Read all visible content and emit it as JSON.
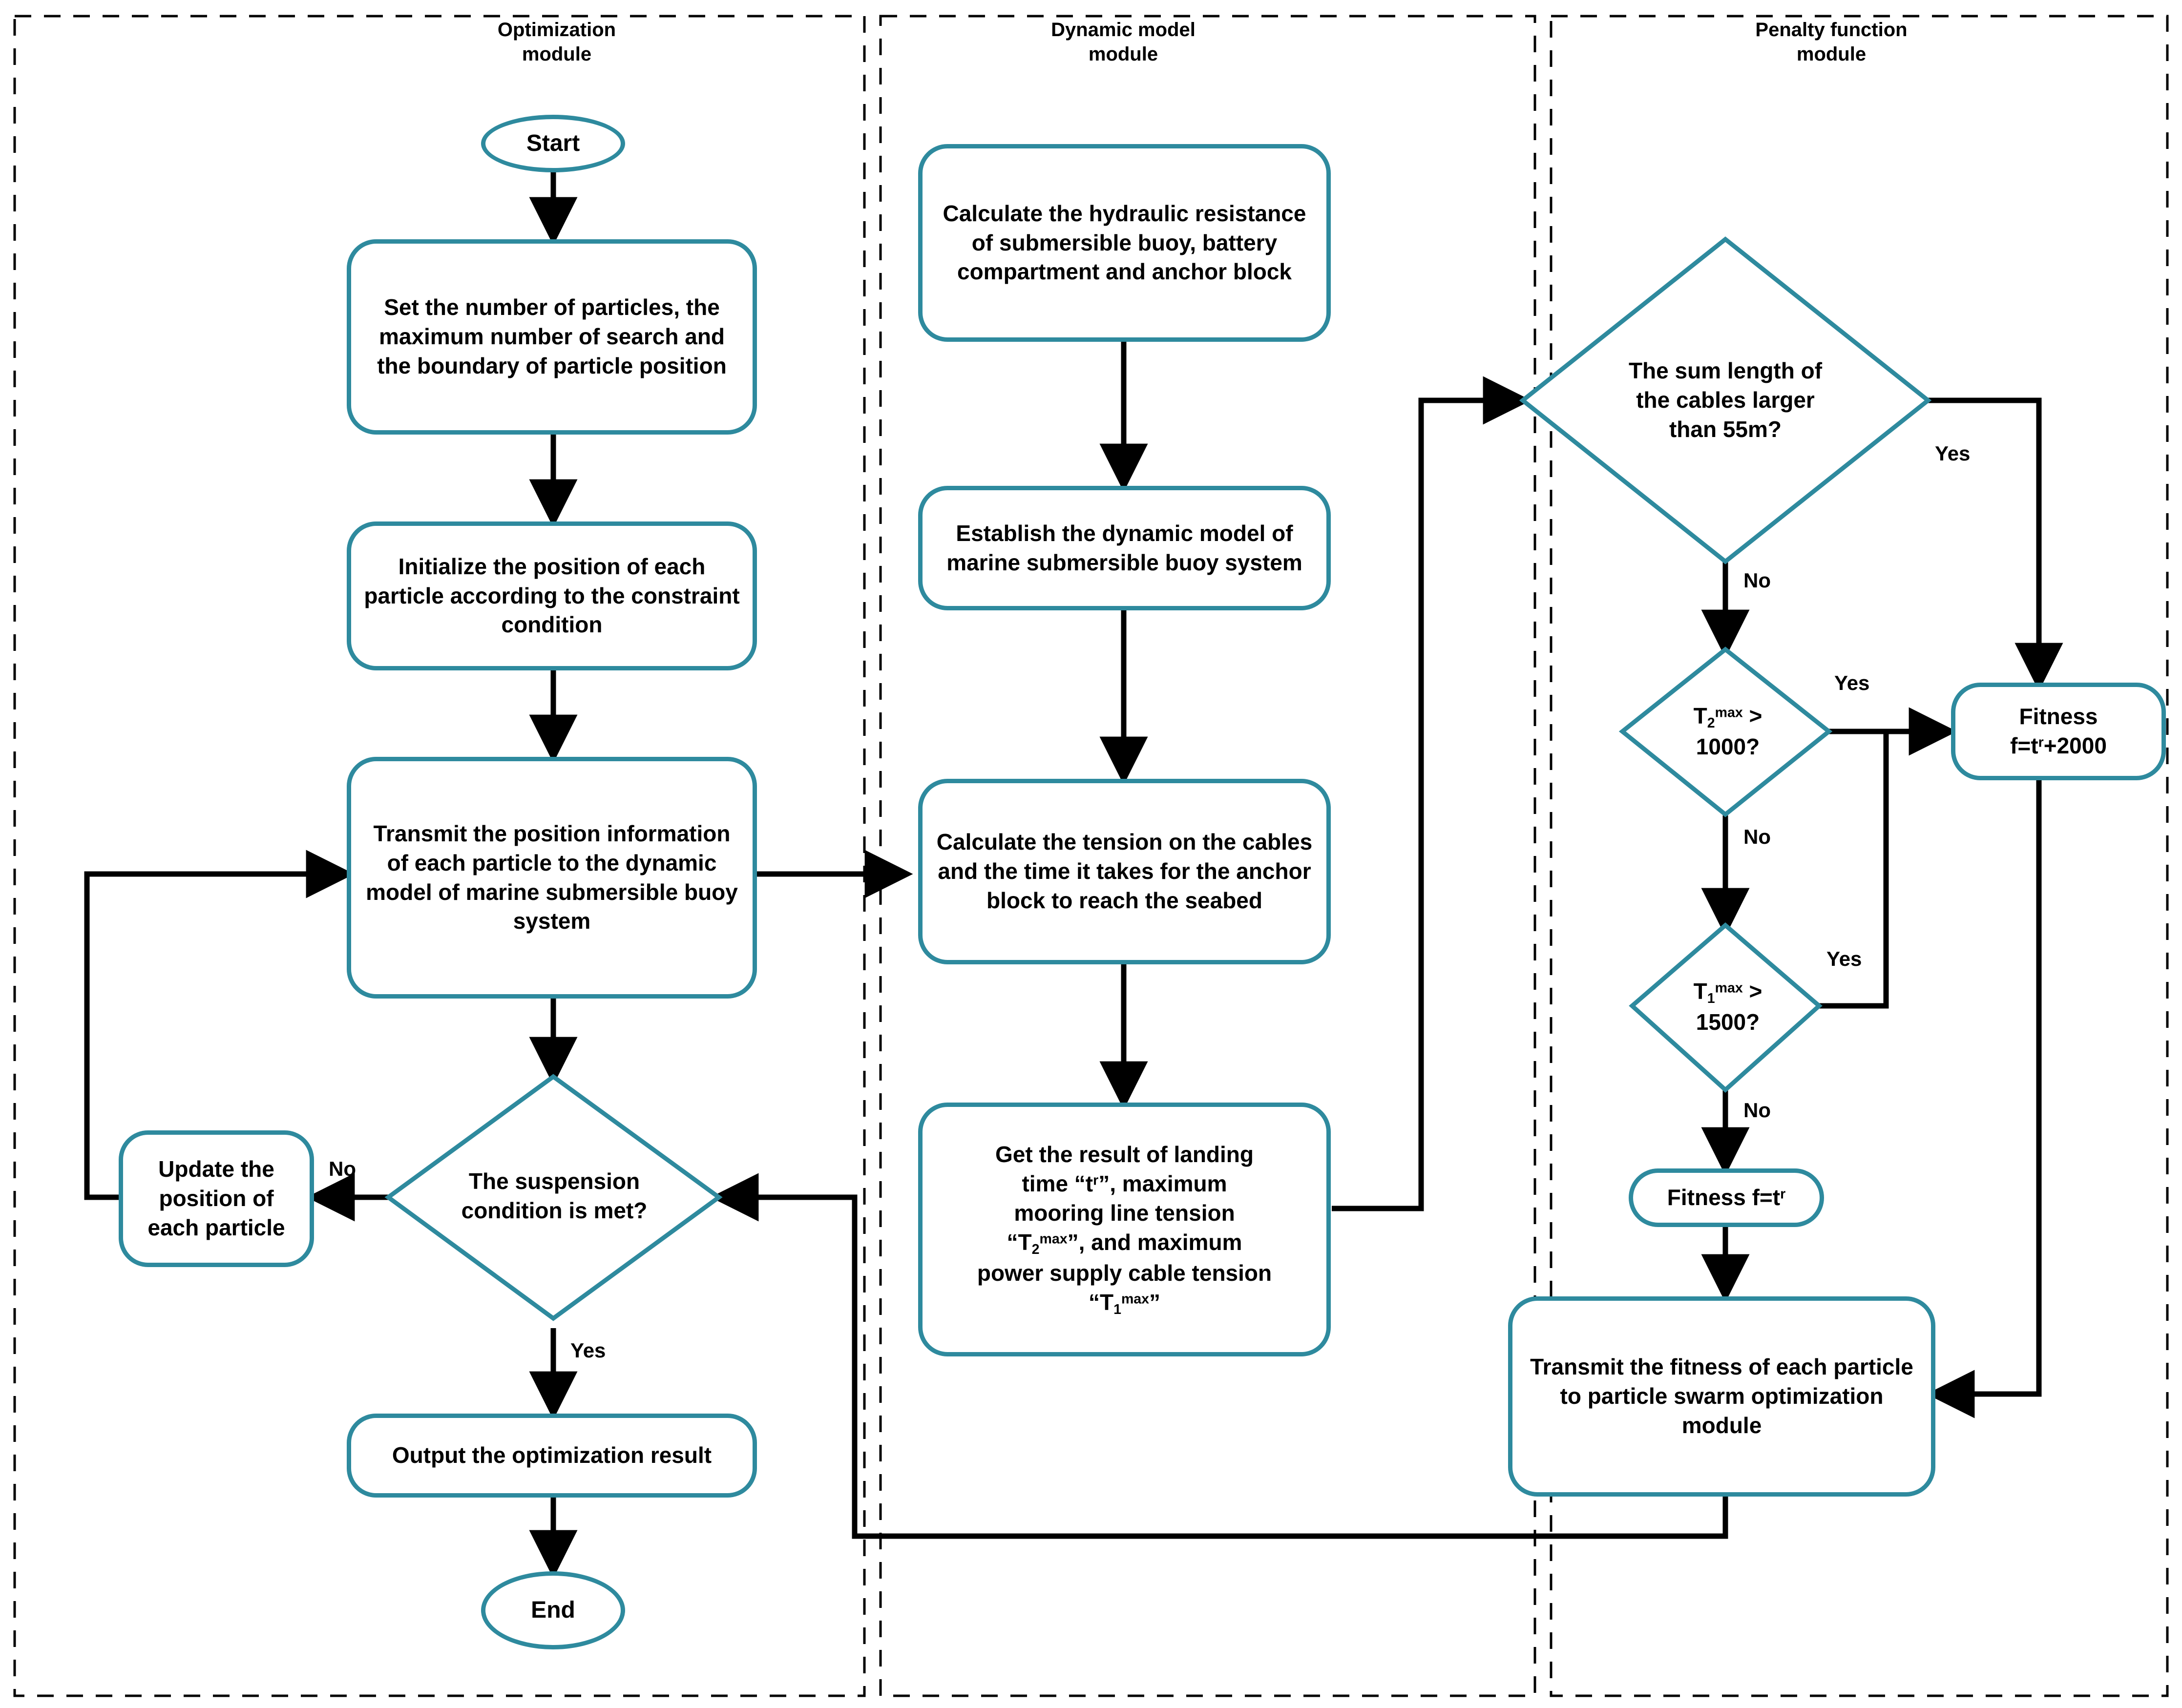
{
  "modules": [
    {
      "id": "optimization",
      "title": "Optimization\nmodule",
      "title_line1": "Optimization",
      "title_line2": "module"
    },
    {
      "id": "dynamic",
      "title": "Dynamic model\nmodule",
      "title_line1": "Dynamic model",
      "title_line2": "module"
    },
    {
      "id": "penalty",
      "title": "Penalty function\nmodule",
      "title_line1": "Penalty function",
      "title_line2": "module"
    }
  ],
  "nodes": {
    "start": {
      "label": "Start",
      "shape": "terminator"
    },
    "set_params": {
      "label": "Set the number of particles, the maximum number of search and the boundary of particle position",
      "shape": "process"
    },
    "initialize": {
      "label": "Initialize the position of each particle according to the constraint condition",
      "shape": "process"
    },
    "transmit_position": {
      "label": "Transmit the position information of each particle to the dynamic model of marine submersible buoy system",
      "shape": "process"
    },
    "suspension_decision": {
      "label": "The suspension condition is met?",
      "shape": "decision"
    },
    "update_position": {
      "label": "Update the position of each particle",
      "shape": "process"
    },
    "output_result": {
      "label": "Output the optimization result",
      "shape": "process"
    },
    "end": {
      "label": "End",
      "shape": "terminator"
    },
    "calc_resistance": {
      "label": "Calculate the hydraulic resistance of submersible buoy, battery compartment and anchor block",
      "shape": "process"
    },
    "establish_model": {
      "label": "Establish the dynamic model of marine submersible buoy system",
      "shape": "process"
    },
    "calc_tension": {
      "label": "Calculate the tension on the cables and the time it takes for the anchor block to reach the seabed",
      "shape": "process"
    },
    "get_result": {
      "label": "Get the result of landing time “tᵣ”, maximum mooring line tension “T₂max”, and maximum power supply cable tension “T₁max”",
      "shape": "process",
      "parts": {
        "line1": "Get the result of landing",
        "line2a": "time “t",
        "line2b": "r",
        "line2c": "”, maximum",
        "line3": "mooring line tension",
        "line4a": "“T",
        "line4b": "2",
        "line4c": "max",
        "line4d": "”, and maximum",
        "line5": "power supply cable tension",
        "line6a": "“T",
        "line6b": "1",
        "line6c": "max",
        "line6d": "”"
      }
    },
    "sum_length_decision": {
      "label": "The sum length of the cables larger than 55m?",
      "shape": "decision",
      "parts": {
        "line1": "The sum length of",
        "line2": "the cables larger",
        "line3": "than 55m?"
      }
    },
    "t2max_decision": {
      "label": "T2max > 1000?",
      "shape": "decision",
      "parts": {
        "base": "T",
        "sub": "2",
        "sup": "max",
        "op": " >",
        "value": "1000?"
      }
    },
    "t1max_decision": {
      "label": "T1max > 1500?",
      "shape": "decision",
      "parts": {
        "base": "T",
        "sub": "1",
        "sup": "max",
        "op": " >",
        "value": "1500?"
      }
    },
    "fitness_penalty": {
      "label": "Fitness f=tr+2000",
      "shape": "process",
      "parts": {
        "line1": "Fitness",
        "line2a": "f=t",
        "line2b": "r",
        "line2c": "+2000"
      }
    },
    "fitness_plain": {
      "label": "Fitness f=tr",
      "shape": "process",
      "parts": {
        "line1a": "Fitness f=t",
        "line1b": "r"
      }
    },
    "transmit_fitness": {
      "label": "Transmit the fitness of each particle to particle swarm optimization module",
      "shape": "process"
    }
  },
  "edge_labels": {
    "suspension_no": "No",
    "suspension_yes": "Yes",
    "sum_length_yes": "Yes",
    "sum_length_no": "No",
    "t2max_yes": "Yes",
    "t2max_no": "No",
    "t1max_yes": "Yes",
    "t1max_no": "No"
  },
  "colors": {
    "node_border": "#2e8a9e",
    "connector": "#000000",
    "module_boundary": "#000000",
    "background": "#ffffff",
    "text": "#000000"
  }
}
